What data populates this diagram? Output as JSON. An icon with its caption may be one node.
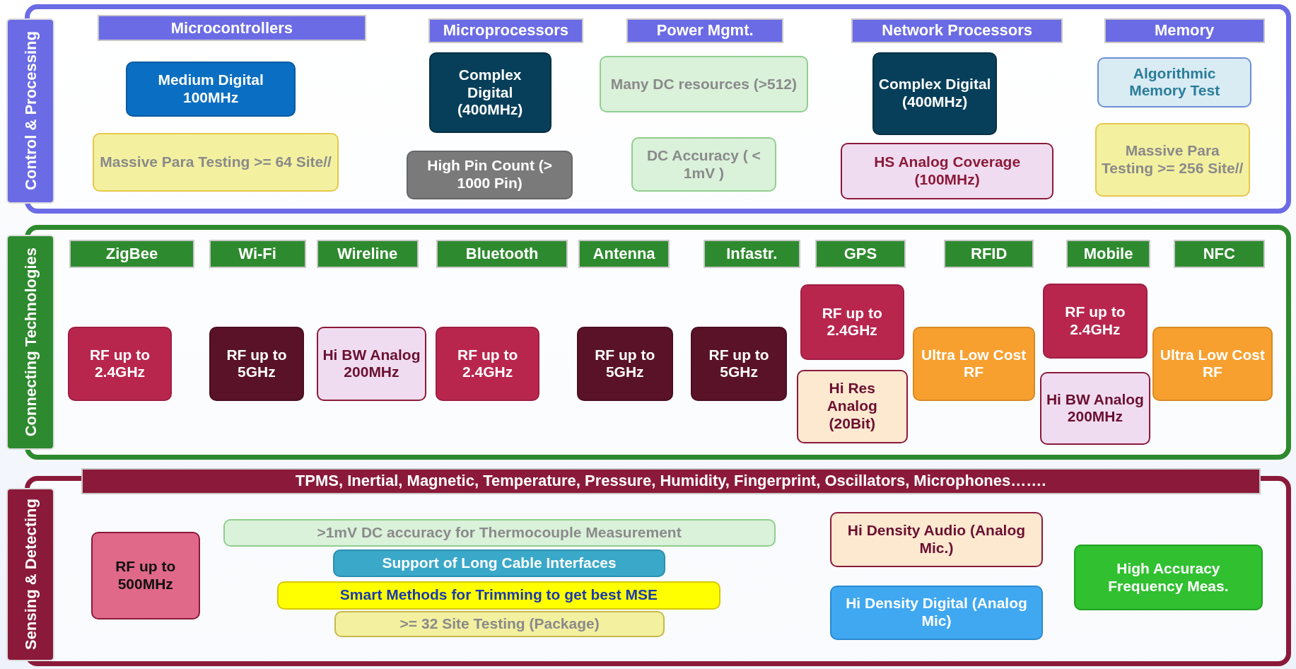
{
  "diagram": {
    "nodes": [
      {
        "text": [
          "Control & Processing"
        ]
      },
      {
        "text": [
          "Microcontrollers"
        ],
        "in": 0
      },
      {
        "text": [
          "Microprocessors"
        ],
        "in": 0
      },
      {
        "text": [
          "Power Mgmt."
        ],
        "in": 0
      },
      {
        "text": [
          "Network Processors"
        ],
        "in": 0
      },
      {
        "text": [
          "Memory"
        ],
        "in": 0
      },
      {
        "text": [
          "Medium Digital 100MHz"
        ],
        "in": 0
      },
      {
        "text": [
          "Complex Digital (400MHz)"
        ],
        "in": 0
      },
      {
        "text": [
          "Many DC resources (>512)"
        ],
        "in": 0
      },
      {
        "text": [
          "Complex Digital (400MHz)"
        ],
        "in": 0
      },
      {
        "text": [
          "Algorithmic Memory Test"
        ],
        "in": 0
      },
      {
        "text": [
          "Massive Para Testing >= 64 Site//"
        ],
        "in": 0
      },
      {
        "text": [
          "High Pin Count (> 1000 Pin)"
        ],
        "in": 0
      },
      {
        "text": [
          "DC Accuracy ( < 1mV )"
        ],
        "in": 0
      },
      {
        "text": [
          "HS Analog Coverage (100MHz)"
        ],
        "in": 0
      },
      {
        "text": [
          "Massive Para Testing >= 256 Site//"
        ],
        "in": 0
      },
      {
        "text": [
          "Connecting Technologies"
        ]
      },
      {
        "text": [
          "ZigBee"
        ],
        "in": 16
      },
      {
        "text": [
          "Wi-Fi"
        ],
        "in": 16
      },
      {
        "text": [
          "Wireline"
        ],
        "in": 16
      },
      {
        "text": [
          "Bluetooth"
        ],
        "in": 16
      },
      {
        "text": [
          "Antenna"
        ],
        "in": 16
      },
      {
        "text": [
          "Infastr."
        ],
        "in": 16
      },
      {
        "text": [
          "GPS"
        ],
        "in": 16
      },
      {
        "text": [
          "RFID"
        ],
        "in": 16
      },
      {
        "text": [
          "Mobile"
        ],
        "in": 16
      },
      {
        "text": [
          "NFC"
        ],
        "in": 16
      },
      {
        "text": [
          "RF up to 2.4GHz"
        ],
        "in": 16
      },
      {
        "text": [
          "RF up to 5GHz"
        ],
        "in": 16
      },
      {
        "text": [
          "Hi BW Analog 200MHz"
        ],
        "in": 16
      },
      {
        "text": [
          "RF up to 2.4GHz"
        ],
        "in": 16
      },
      {
        "text": [
          "RF up to 5GHz"
        ],
        "in": 16
      },
      {
        "text": [
          "RF up to 5GHz"
        ],
        "in": 16
      },
      {
        "text": [
          "RF up to 2.4GHz"
        ],
        "in": 16
      },
      {
        "text": [
          "Hi Res Analog (20Bit)"
        ],
        "in": 16
      },
      {
        "text": [
          "Ultra Low Cost RF"
        ],
        "in": 16
      },
      {
        "text": [
          "RF up to 2.4GHz"
        ],
        "in": 16
      },
      {
        "text": [
          "Hi BW Analog 200MHz"
        ],
        "in": 16
      },
      {
        "text": [
          "Ultra Low Cost RF"
        ],
        "in": 16
      },
      {
        "text": [
          "Sensing & Detecting"
        ]
      },
      {
        "text": [
          "TPMS, Inertial, Magnetic, Temperature, Pressure, Humidity, Fingerprint, Oscillators, Microphones……."
        ],
        "in": 39
      },
      {
        "text": [
          "RF up to 500MHz"
        ],
        "in": 39
      },
      {
        "text": [
          ">1mV DC accuracy for Thermocouple Measurement"
        ],
        "in": 39
      },
      {
        "text": [
          "Support of Long Cable Interfaces"
        ],
        "in": 39
      },
      {
        "text": [
          "Smart Methods for Trimming to get best MSE"
        ],
        "in": 39
      },
      {
        "text": [
          ">= 32 Site Testing (Package)"
        ],
        "in": 39
      },
      {
        "text": [
          "Hi Density Audio (Analog Mic.)"
        ],
        "in": 39
      },
      {
        "text": [
          "Hi Density Digital (Analog Mic)"
        ],
        "in": 39
      },
      {
        "text": [
          "High Accuracy Frequency Meas."
        ],
        "in": 39
      }
    ],
    "edges": []
  }
}
